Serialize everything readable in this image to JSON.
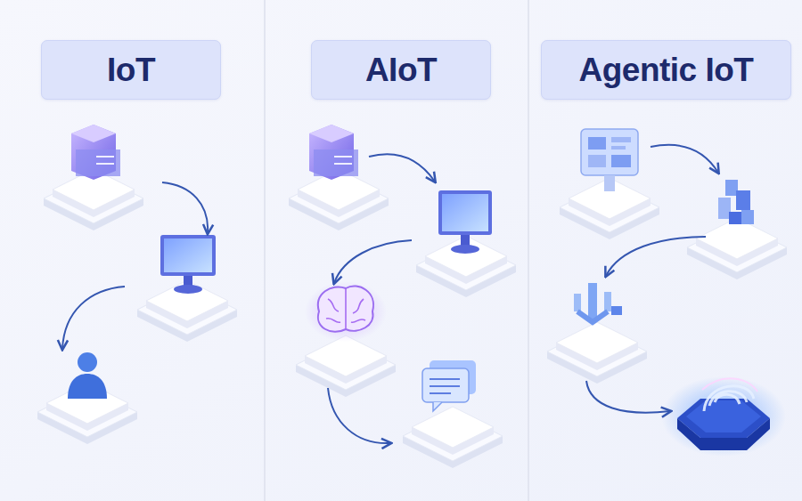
{
  "diagram": {
    "nodes": [
      {
        "text": [
          "IoT"
        ]
      },
      {
        "text": [
          "AIoT"
        ]
      },
      {
        "text": [
          "Agentic IoT"
        ]
      }
    ]
  }
}
